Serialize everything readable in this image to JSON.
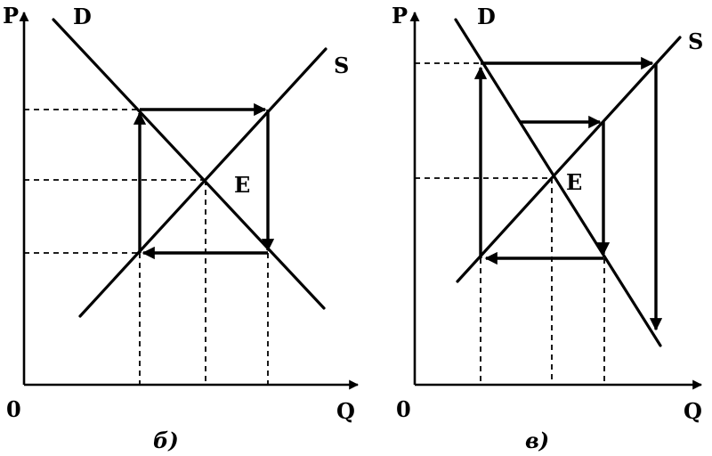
{
  "panels": [
    {
      "caption": "б)",
      "y_axis_label": "P",
      "x_axis_label": "Q",
      "origin_label": "0",
      "demand_label": "D",
      "supply_label": "S",
      "equilibrium_label": "E"
    },
    {
      "caption": "в)",
      "y_axis_label": "P",
      "x_axis_label": "Q",
      "origin_label": "0",
      "demand_label": "D",
      "supply_label": "S",
      "equilibrium_label": "E"
    }
  ]
}
